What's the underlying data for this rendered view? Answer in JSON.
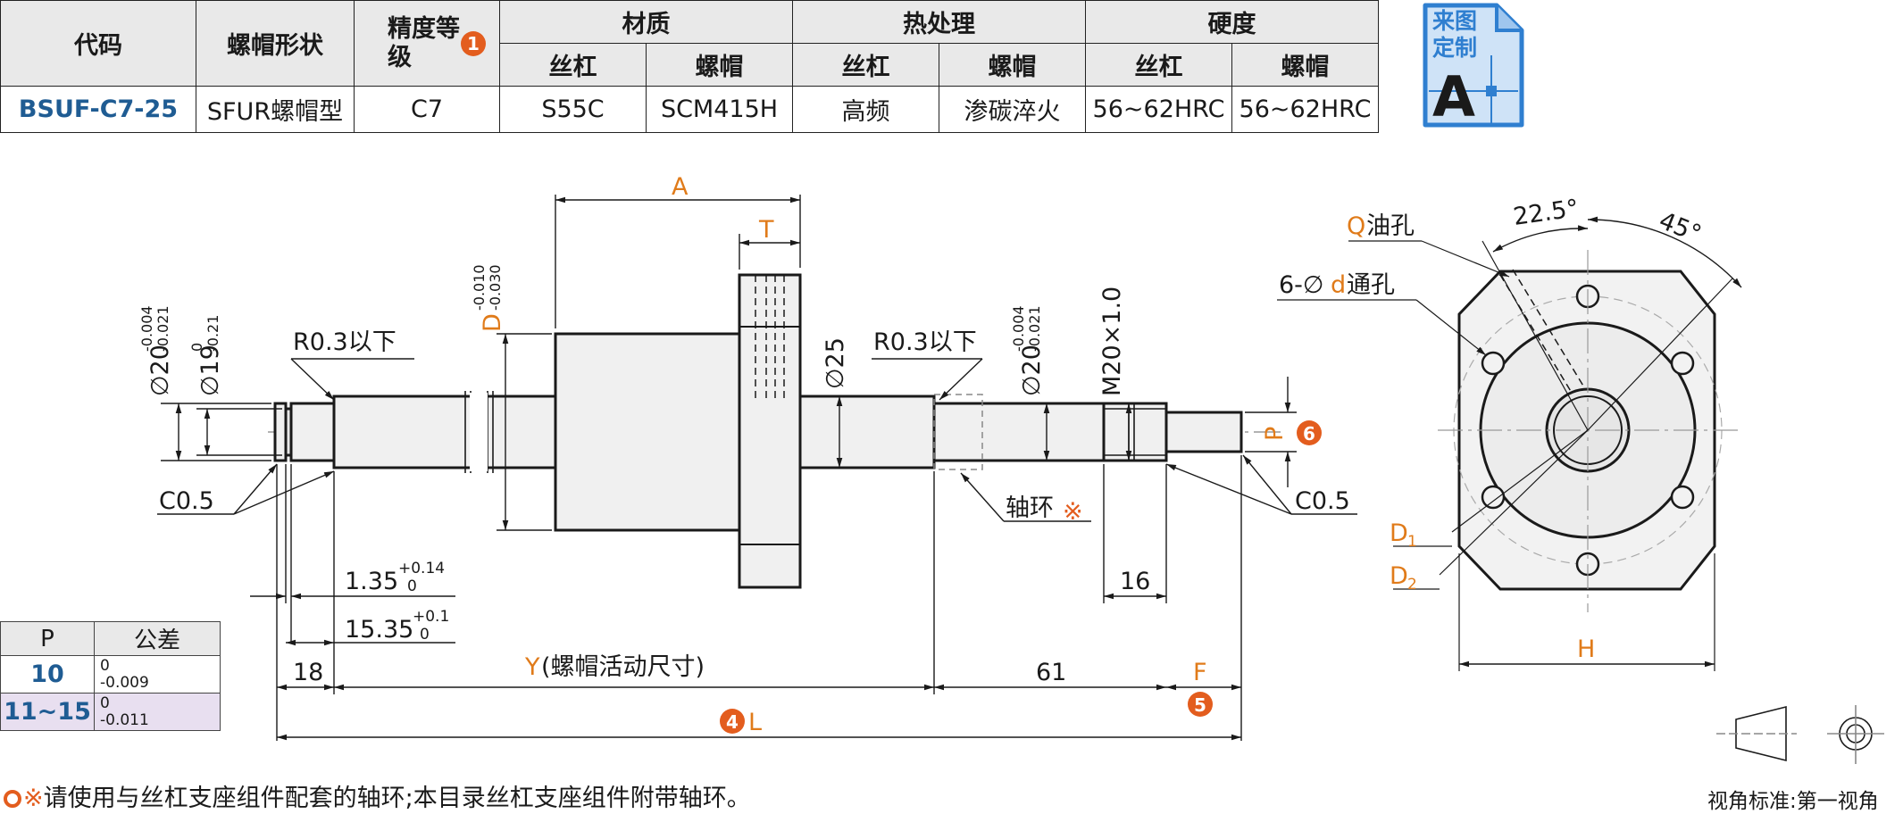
{
  "table": {
    "h_code": "代码",
    "h_shape": "螺帽形状",
    "h_precision": "精度等级",
    "precision_badge": "1",
    "h_material": "材质",
    "h_heat": "热处理",
    "h_hardness": "硬度",
    "sub_screw": "丝杠",
    "sub_nut": "螺帽",
    "row": {
      "code": "BSUF-C7-25",
      "shape": "SFUR螺帽型",
      "precision": "C7",
      "mat_screw": "S55C",
      "mat_nut": "SCM415H",
      "heat_screw": "高频",
      "heat_nut": "渗碳淬火",
      "hard_screw": "56~62HRC",
      "hard_nut": "56~62HRC"
    }
  },
  "icon": {
    "line1": "来图",
    "line2": "定制",
    "letter": "A"
  },
  "drawing": {
    "A": "A",
    "T": "T",
    "d20_left": "∅20",
    "d20_left_tol_up": "-0.004",
    "d20_left_tol_dn": "-0.021",
    "d19": "∅19",
    "d19_tol_up": "0",
    "d19_tol_dn": "-0.21",
    "D": "D",
    "D_tol_up": "-0.010",
    "D_tol_dn": "-0.030",
    "d25": "∅25",
    "d20_right": "∅20",
    "d20_right_tol_up": "-0.004",
    "d20_right_tol_dn": "-0.021",
    "thread": "M20×1.0",
    "r_left": "R0.3以下",
    "r_right": "R0.3以下",
    "c_left": "C0.5",
    "c_right": "C0.5",
    "collar": "轴环",
    "collar_mark": "※",
    "P": "P",
    "badge6": "6",
    "d135": "1.35",
    "d135_up": "+0.14",
    "d135_dn": "0",
    "d1535": "15.35",
    "d1535_up": "+0.1",
    "d1535_dn": "0",
    "d18": "18",
    "Y": "Y",
    "Y_text": "(螺帽活动尺寸)",
    "d61": "61",
    "d16": "16",
    "F": "F",
    "badge5": "5",
    "L": "L",
    "badge4": "4"
  },
  "flange": {
    "Q": "Q",
    "oil": "油孔",
    "holes_prefix": "6-∅",
    "holes_d": "d",
    "holes_text": "通孔",
    "ang1": "22.5°",
    "ang2": "45°",
    "D1": "D",
    "D1_sub": "1",
    "D2": "D",
    "D2_sub": "2",
    "H": "H"
  },
  "tol_table": {
    "h_p": "P",
    "h_tol": "公差",
    "rows": [
      {
        "p": "10",
        "up": "0",
        "dn": "-0.009"
      },
      {
        "p": "11~15",
        "up": "0",
        "dn": "-0.011"
      }
    ]
  },
  "note": {
    "mark": "※",
    "text": "请使用与丝杠支座组件配套的轴环;本目录丝杠支座组件附带轴环。"
  },
  "view_label": "视角标准:第一视角",
  "colors": {
    "accent": "#e35d1e",
    "code_blue": "#1f5c93",
    "icon_blue": "#2f7fd0",
    "icon_fill": "#cfe3f7",
    "dim_orange": "#e07b1a"
  }
}
